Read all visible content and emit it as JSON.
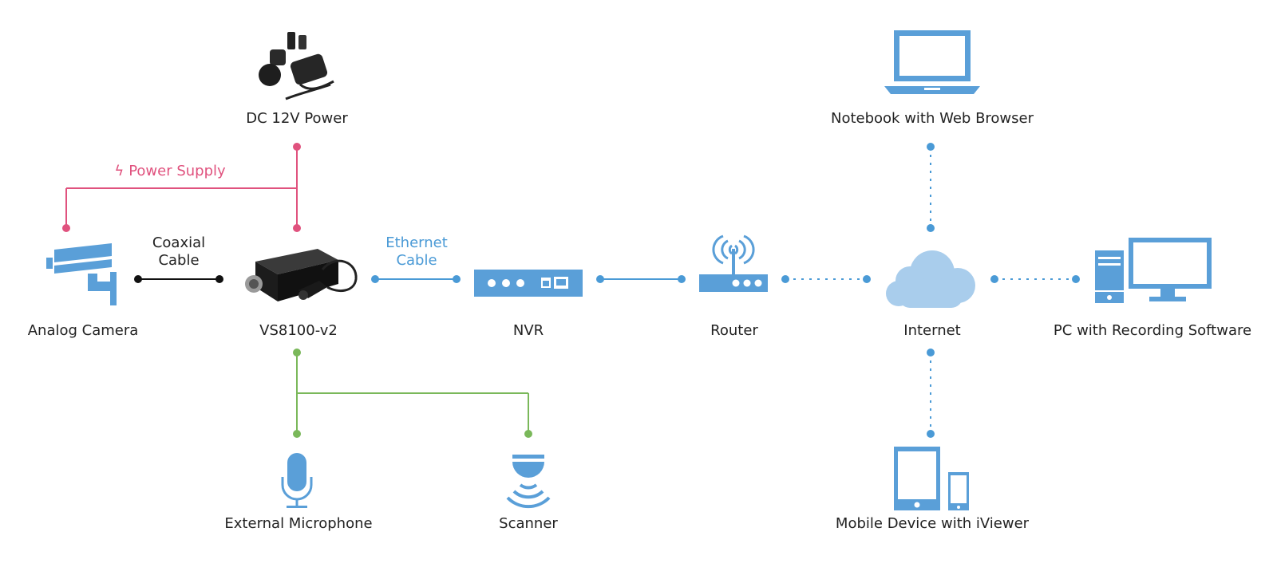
{
  "colors": {
    "device_blue": "#5a9fd8",
    "cloud_blue": "#a9cdec",
    "power_pink": "#e0527e",
    "audio_green": "#7ab85a",
    "coax_black": "#111111",
    "network_blue": "#4a9ad6"
  },
  "nodes": {
    "dc_power": {
      "label": "DC 12V Power",
      "icon": "power-adapter-icon"
    },
    "analog_camera": {
      "label": "Analog Camera",
      "icon": "cctv-camera-icon"
    },
    "vs8100": {
      "label": "VS8100-v2",
      "icon": "video-encoder-icon"
    },
    "nvr": {
      "label": "NVR",
      "icon": "nvr-icon"
    },
    "router": {
      "label": "Router",
      "icon": "router-icon"
    },
    "internet": {
      "label": "Internet",
      "icon": "cloud-icon"
    },
    "pc": {
      "label": "PC with Recording Software",
      "icon": "desktop-pc-icon"
    },
    "notebook": {
      "label": "Notebook with Web Browser",
      "icon": "laptop-icon"
    },
    "mobile": {
      "label": "Mobile Device with iViewer",
      "icon": "tablet-phone-icon"
    },
    "microphone": {
      "label": "External Microphone",
      "icon": "microphone-icon"
    },
    "scanner": {
      "label": "Scanner",
      "icon": "scanner-icon"
    }
  },
  "connections": {
    "power_supply": {
      "label": "Power Supply",
      "icon": "lightning-icon"
    },
    "coaxial": {
      "line1": "Coaxial",
      "line2": "Cable"
    },
    "ethernet": {
      "line1": "Ethernet",
      "line2": "Cable"
    }
  }
}
